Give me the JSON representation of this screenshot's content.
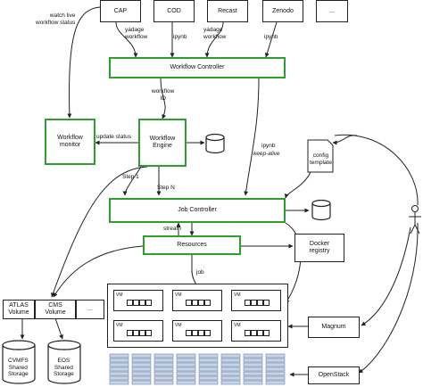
{
  "sources": [
    {
      "id": "cap",
      "label": "CAP"
    },
    {
      "id": "cod",
      "label": "COD"
    },
    {
      "id": "recast",
      "label": "Recast"
    },
    {
      "id": "zenodo",
      "label": "Zenodo"
    },
    {
      "id": "more",
      "label": "..."
    }
  ],
  "edge_labels": {
    "watch": "watch live\nworkflow status",
    "yadage_workflow_1": "yadage\nworkflow",
    "ipynb_1": "ipynb",
    "yadage_workflow_2": "yadage\nworkflow",
    "ipynb_2": "ipynb",
    "workflow_id": "workflow\nID",
    "update_status": "update status",
    "ipynb_keepalive_1": "ipynb",
    "ipynb_keepalive_2": "keep-alive",
    "step1": "Step 1",
    "stepN": "Step N",
    "stream": "stream",
    "job": "job"
  },
  "components": {
    "workflow_controller": "Workflow Controller",
    "workflow_monitor": "Workflow\nmonitor",
    "workflow_engine": "Workflow\nEngine",
    "config_template": "config\ntemplate",
    "job_controller": "Job Controller",
    "resources": "Resources",
    "docker_registry": "Docker\nregistry",
    "magnum": "Magnum",
    "openstack": "OpenStack"
  },
  "volumes": [
    {
      "id": "atlas",
      "label": "ATLAS\nVolume"
    },
    {
      "id": "cms",
      "label": "CMS\nVolume"
    },
    {
      "id": "more",
      "label": "..."
    }
  ],
  "storages": [
    {
      "id": "cvmfs",
      "label": "CVMFS\nShared\nStorage"
    },
    {
      "id": "eos",
      "label": "EOS\nShared\nStorage"
    }
  ],
  "vm_label": "VM",
  "colors": {
    "accent": "#2e9e2e",
    "line": "#222222",
    "server": "#9fb3cf"
  }
}
